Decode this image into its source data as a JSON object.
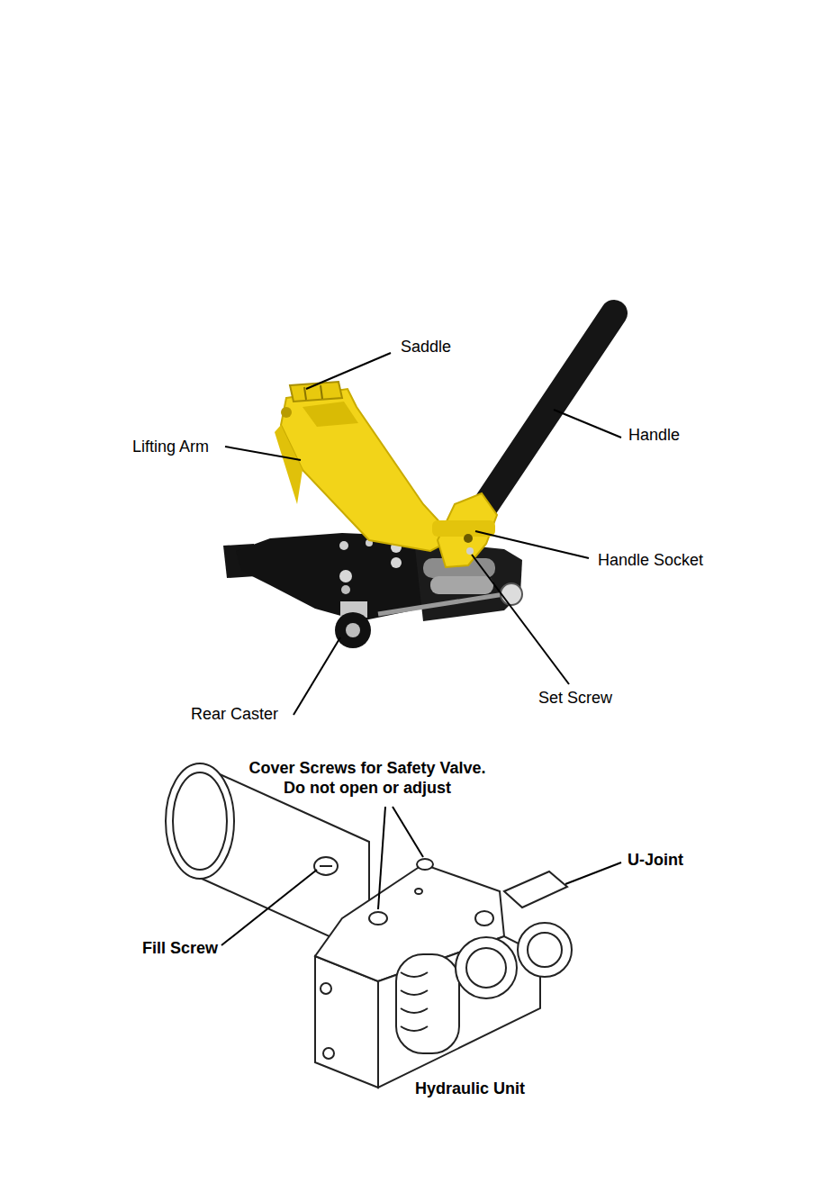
{
  "diagram": {
    "labels": [
      "Saddle",
      "Lifting Arm",
      "Handle",
      "Handle Socket",
      "Rear Caster",
      "Set Screw",
      "Cover Screws for Safety Valve. Do not open or adjust",
      "U-Joint",
      "Fill Screw",
      "Hydraulic Unit"
    ]
  }
}
